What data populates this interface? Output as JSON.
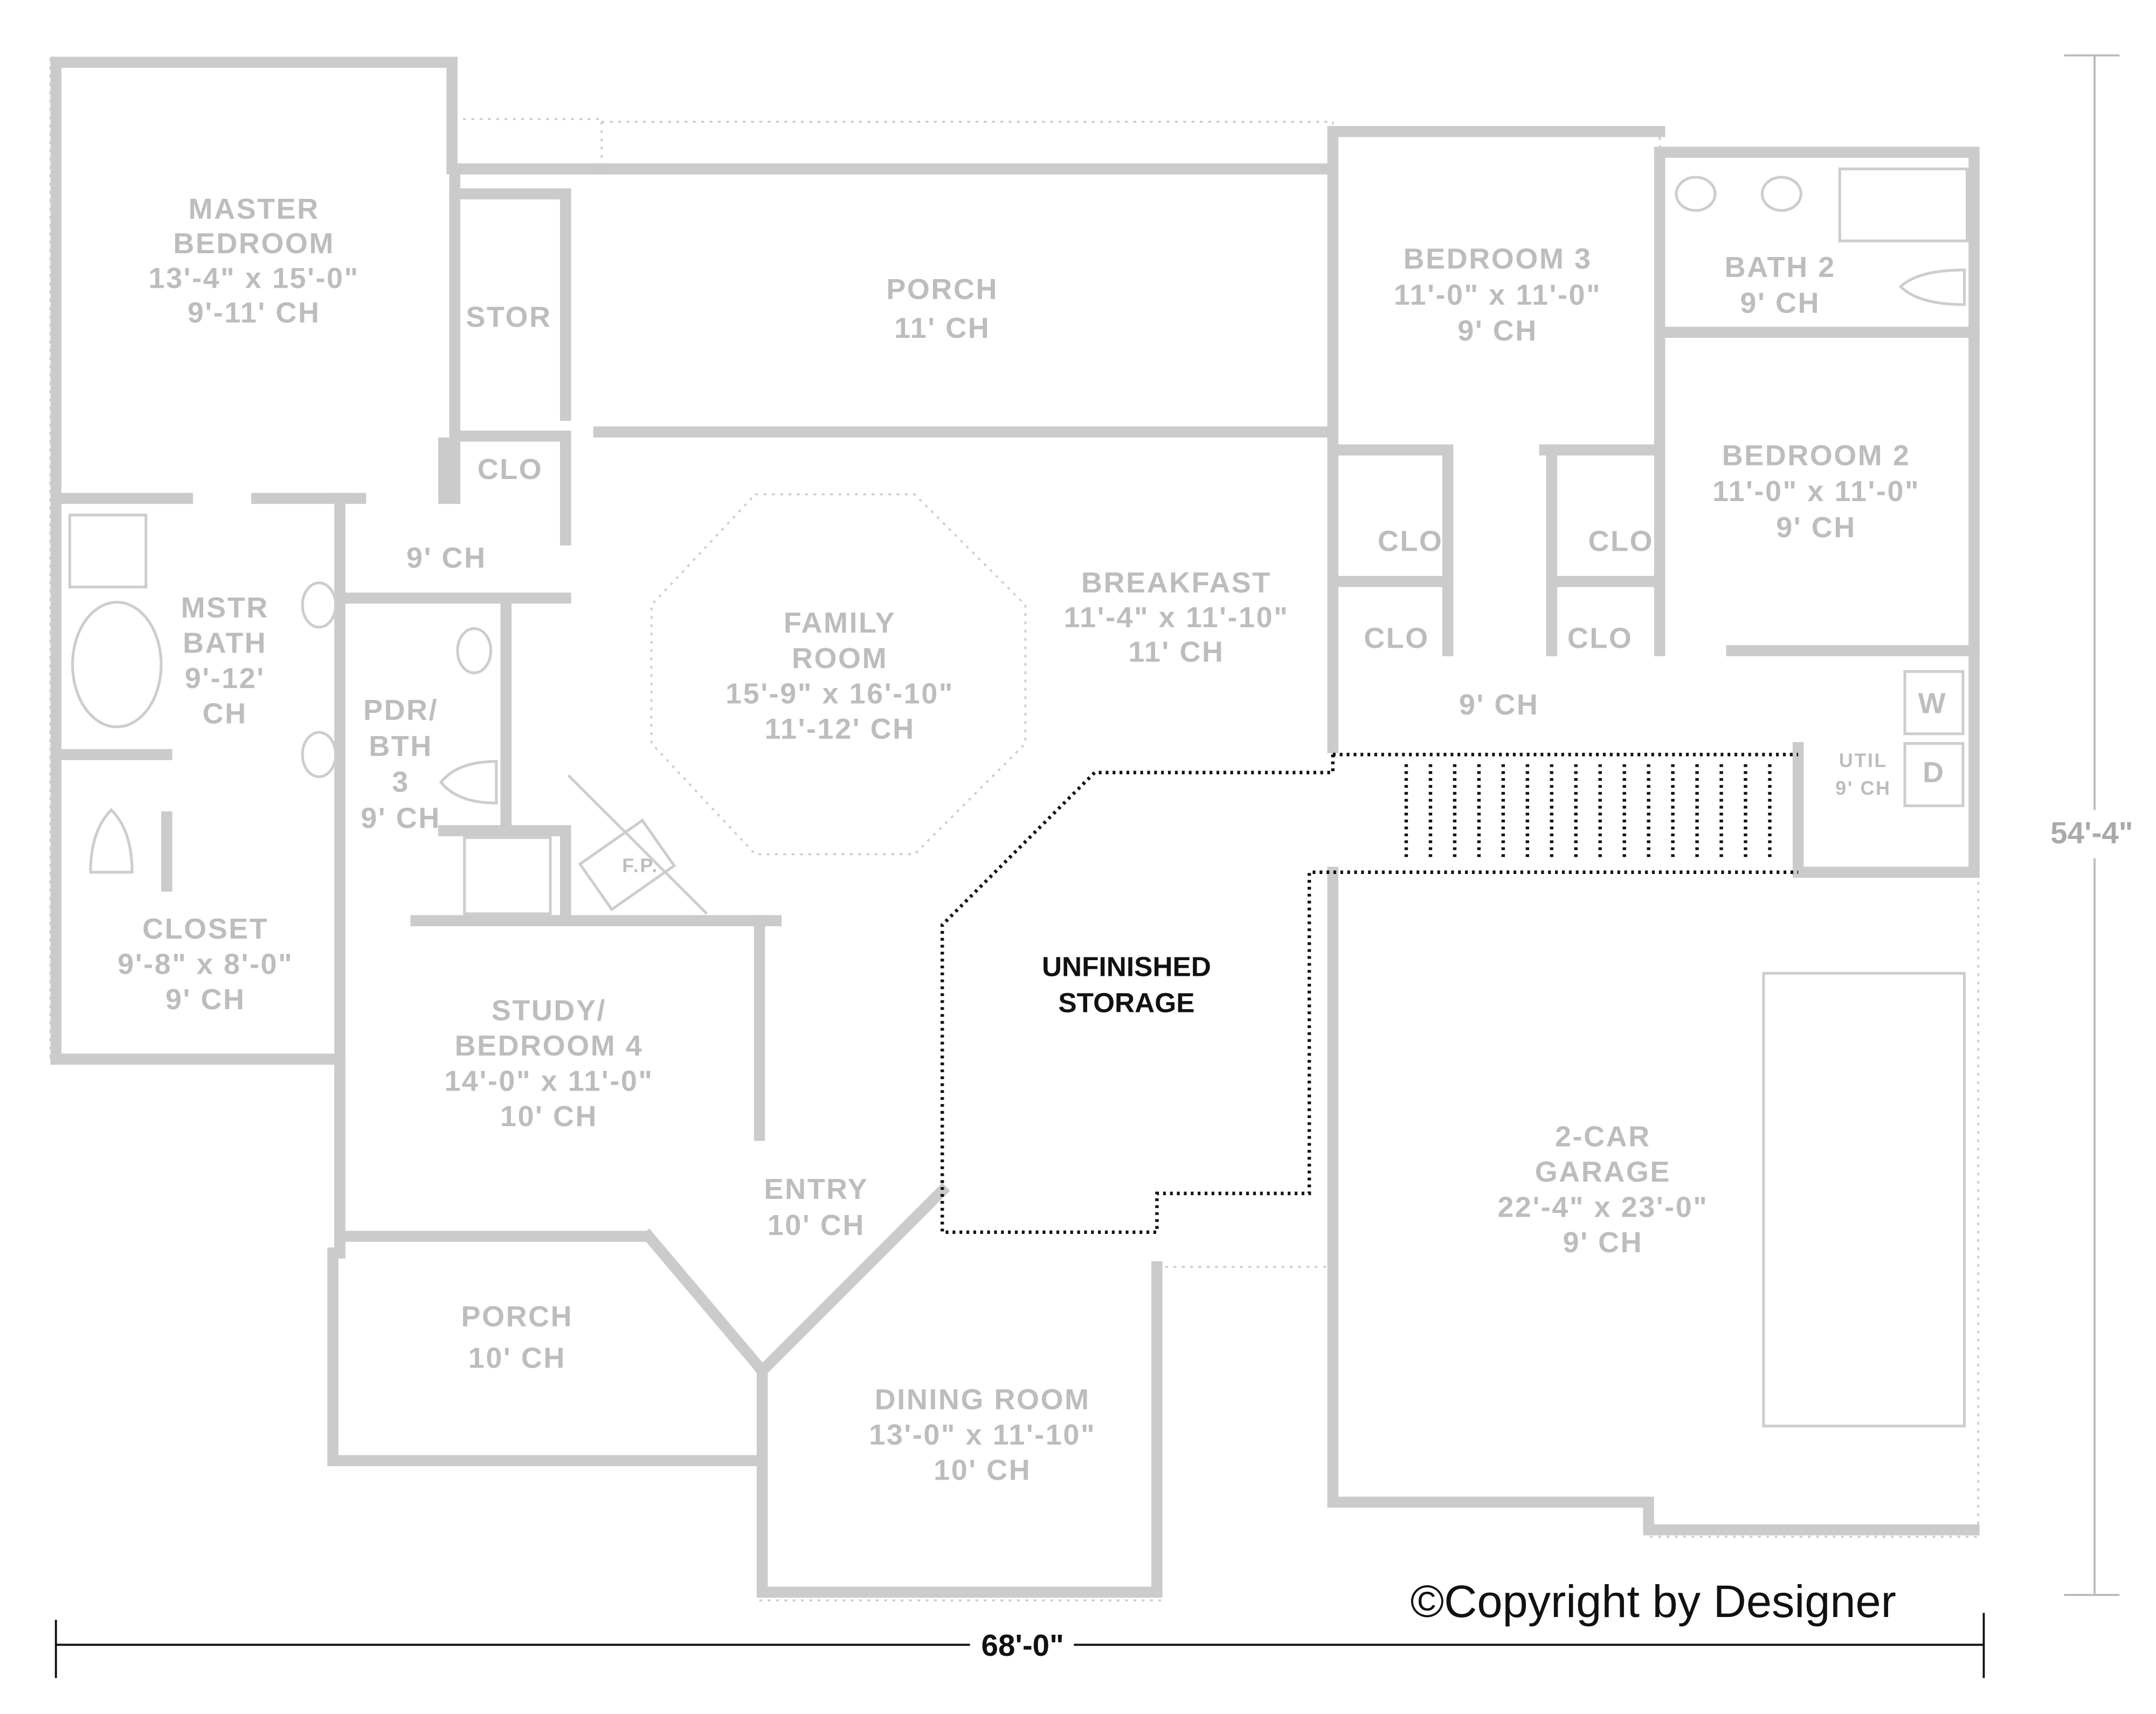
{
  "rooms": {
    "master_bedroom": [
      "MASTER",
      "BEDROOM",
      "13'-4\" x 15'-0\"",
      "9'-11' CH"
    ],
    "stor": [
      "STOR"
    ],
    "porch_rear": [
      "PORCH",
      "11' CH"
    ],
    "clo_master_hall": [
      "CLO"
    ],
    "hall_master": [
      "9' CH"
    ],
    "mstr_bath": [
      "MSTR",
      "BATH",
      "9'-12'",
      "CH"
    ],
    "pdr_bth3": [
      "PDR/",
      "BTH",
      "3",
      "9' CH"
    ],
    "family_room": [
      "FAMILY",
      "ROOM",
      "15'-9\" x 16'-10\"",
      "11'-12' CH"
    ],
    "breakfast": [
      "BREAKFAST",
      "11'-4\" x 11'-10\"",
      "11' CH"
    ],
    "bedroom3": [
      "BEDROOM 3",
      "11'-0\" x 11'-0\"",
      "9' CH"
    ],
    "bath2": [
      "BATH 2",
      "9' CH"
    ],
    "bedroom2": [
      "BEDROOM 2",
      "11'-0\" x 11'-0\"",
      "9' CH"
    ],
    "clo_bed3": [
      "CLO"
    ],
    "clo_bed2": [
      "CLO"
    ],
    "clo_hall1": [
      "CLO"
    ],
    "clo_hall2": [
      "CLO"
    ],
    "hall_bedrooms": [
      "9' CH"
    ],
    "util": [
      "UTIL",
      "9' CH"
    ],
    "washer": [
      "W"
    ],
    "dryer": [
      "D"
    ],
    "fireplace": [
      "F.P."
    ],
    "closet": [
      "CLOSET",
      "9'-8\" x 8'-0\"",
      "9' CH"
    ],
    "study": [
      "STUDY/",
      "BEDROOM 4",
      "14'-0\" x 11'-0\"",
      "10' CH"
    ],
    "entry": [
      "ENTRY",
      "10' CH"
    ],
    "unfinished_storage": [
      "UNFINISHED",
      "STORAGE"
    ],
    "garage": [
      "2-CAR",
      "GARAGE",
      "22'-4\" x 23'-0\"",
      "9' CH"
    ],
    "porch_front": [
      "PORCH",
      "10' CH"
    ],
    "dining_room": [
      "DINING ROOM",
      "13'-0\" x 11'-10\"",
      "10' CH"
    ]
  },
  "dimensions": {
    "width": "68'-0\"",
    "depth": "54'-4\""
  },
  "copyright": "©Copyright by Designer",
  "colors": {
    "walls": "#cbcbcb",
    "labels": "#bdbdbd",
    "ink": "#111111"
  }
}
